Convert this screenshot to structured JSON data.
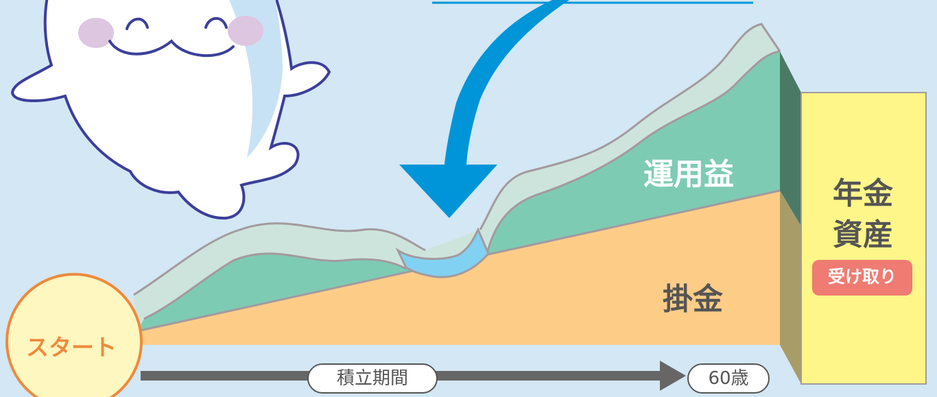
{
  "diagram": {
    "start_label": "スタート",
    "profit_label": "運用益",
    "contribution_label": "掛金",
    "pension_asset_line1": "年金",
    "pension_asset_line2": "資産",
    "receive_label": "受け取り",
    "period_label": "積立期間",
    "age_label": "60歳"
  },
  "colors": {
    "background": "#d3e7f4",
    "contribution_fill": "#fdcd88",
    "profit_fill": "#7ecbb3",
    "profit_light_fill": "#cde4dc",
    "dip_fill": "#81d1f2",
    "arrow_blue": "#0095d9",
    "asset_block": "#fff689",
    "receive_badge": "#ef7b72",
    "start_circle": "#fff7c0",
    "start_border": "#ee8a3c",
    "timeline_arrow": "#666666",
    "mascot_outline": "#3b3f9a"
  },
  "icons": [
    "mascot-character",
    "curved-arrow-down-icon",
    "timeline-arrow-icon"
  ]
}
